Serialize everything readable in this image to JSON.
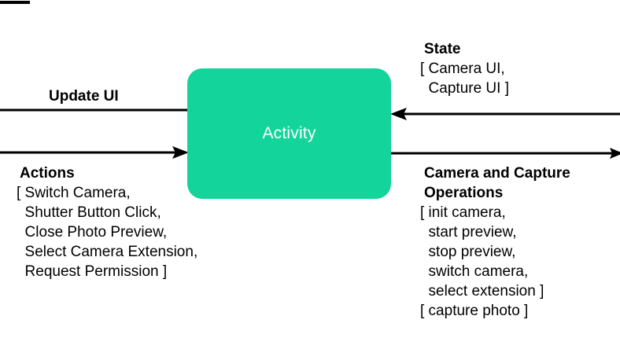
{
  "diagram": {
    "type": "data-flow",
    "background_color": "#ffffff",
    "node": {
      "label": "Activity",
      "fill_color": "#13D49B",
      "text_color": "#ffffff"
    },
    "edges": [
      {
        "name": "update-ui",
        "label": "Update UI",
        "direction": "left",
        "from": "Activity",
        "side": "left"
      },
      {
        "name": "actions",
        "label": "Actions",
        "direction": "right",
        "to": "Activity",
        "side": "left"
      },
      {
        "name": "state",
        "label": "State",
        "direction": "left",
        "to": "Activity",
        "side": "right"
      },
      {
        "name": "camera-and-capture-operations",
        "label": "Camera and Capture Operations",
        "direction": "right",
        "from": "Activity",
        "side": "right"
      }
    ],
    "labels": {
      "update_ui": {
        "title": "Update UI"
      },
      "state": {
        "title": "State",
        "list": "[ Camera UI,\n  Capture UI ]",
        "items": [
          "Camera UI",
          "Capture UI"
        ]
      },
      "actions": {
        "title": "Actions",
        "list": "[ Switch Camera,\n  Shutter Button Click,\n  Close Photo Preview,\n  Select Camera Extension,\n  Request Permission ]",
        "items": [
          "Switch Camera",
          "Shutter Button Click",
          "Close Photo Preview",
          "Select Camera Extension",
          "Request Permission"
        ]
      },
      "operations": {
        "title": "Camera and Capture\nOperations",
        "list": "[ init camera,\n  start preview,\n  stop preview,\n  switch camera,\n  select extension ]\n[ capture photo ]",
        "items_group_1": [
          "init camera",
          "start preview",
          "stop preview",
          "switch camera",
          "select extension"
        ],
        "items_group_2": [
          "capture photo"
        ]
      }
    },
    "line_color": "#000000"
  }
}
